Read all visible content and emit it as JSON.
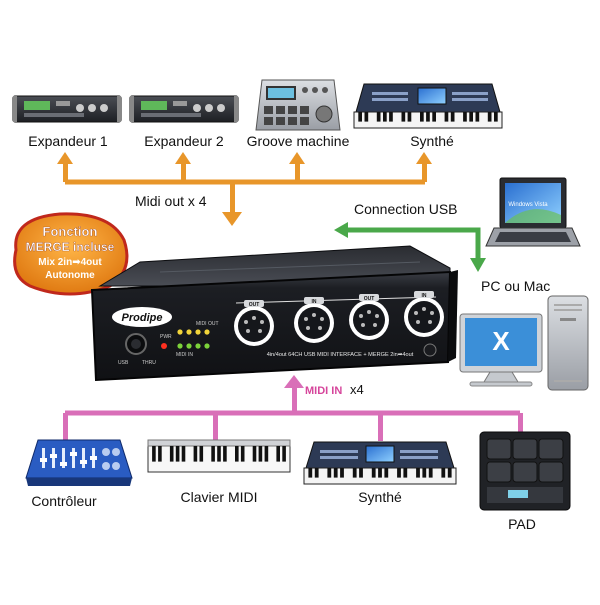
{
  "colors": {
    "midi_out_wire": "#e8962a",
    "usb_wire": "#4aa84a",
    "midi_in_wire": "#d96fb8",
    "badge_fill": "#f29a25",
    "badge_text": "#ffffff",
    "device_body": "#1b1d22",
    "midi_in_label": "#d6459b"
  },
  "top_devices": [
    {
      "label": "Expandeur 1",
      "icon": "rack-expander-icon"
    },
    {
      "label": "Expandeur 2",
      "icon": "rack-expander-icon"
    },
    {
      "label": "Groove machine",
      "icon": "groove-machine-icon"
    },
    {
      "label": "Synthé",
      "icon": "synth-keyboard-icon"
    }
  ],
  "midi_out_label": "Midi out x 4",
  "usb_label": "Connection USB",
  "computer": {
    "laptop_screen_text": "Windows Vista",
    "label": "PC ou Mac",
    "mac_logo": "X"
  },
  "badge": {
    "line1": "Fonction",
    "line2": "MERGE incluse",
    "line3": "Mix 2in➡4out",
    "line4": "Autonome"
  },
  "interface": {
    "brand": "Prodipe",
    "caption": "4in/4out 64CH USB MIDI INTERFACE + MERGE 2in➡4out",
    "port_labels": [
      "OUT",
      "IN",
      "OUT",
      "IN"
    ],
    "usb_text": "USB",
    "thru_text": "THRU",
    "pwr_text": "PWR",
    "midi_out_text": "MIDI OUT",
    "midi_in_text": "MIDI IN"
  },
  "midi_in": {
    "label": "MIDI IN",
    "count": "x4"
  },
  "bottom_devices": [
    {
      "label": "Contrôleur",
      "icon": "mixer-controller-icon"
    },
    {
      "label": "Clavier MIDI",
      "icon": "midi-keyboard-icon"
    },
    {
      "label": "Synthé",
      "icon": "synth-keyboard-icon"
    },
    {
      "label": "PAD",
      "icon": "drum-pad-icon"
    }
  ]
}
